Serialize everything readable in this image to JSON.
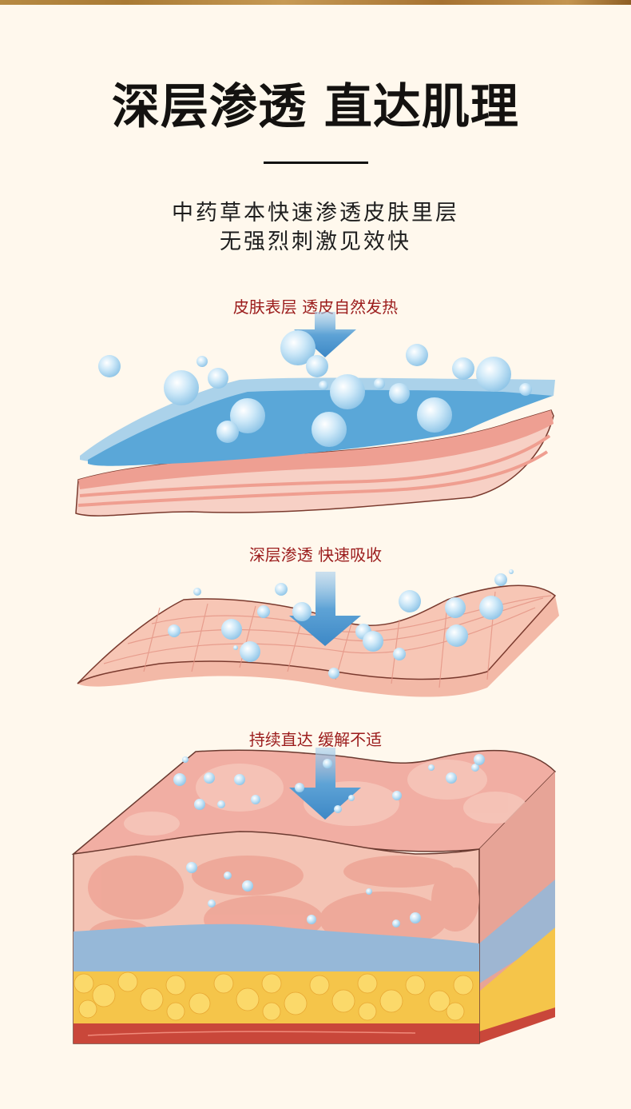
{
  "header": {
    "title": "深层渗透 直达肌理",
    "subtitle_lines": [
      "中药草本快速渗透皮肤里层",
      "无强烈刺激见效快"
    ]
  },
  "stages": [
    {
      "label": "皮肤表层 透皮自然发热",
      "illustration": "skin-surface-layers-with-water-bubbles"
    },
    {
      "label": "深层渗透 快速吸收",
      "illustration": "wavy-skin-sheet-with-bubbles"
    },
    {
      "label": "持续直达 缓解不适",
      "illustration": "skin-cross-section-block-with-fat-and-muscle"
    }
  ],
  "colors": {
    "background": "#fff8ed",
    "title": "#141210",
    "label": "#9b1c1c",
    "arrow": "#4a92cc",
    "bubble": "#bfe1f5",
    "water_layer": "#5aa7d8",
    "skin": "#f2a99d",
    "fat": "#f7c744",
    "muscle": "#c9473a"
  }
}
